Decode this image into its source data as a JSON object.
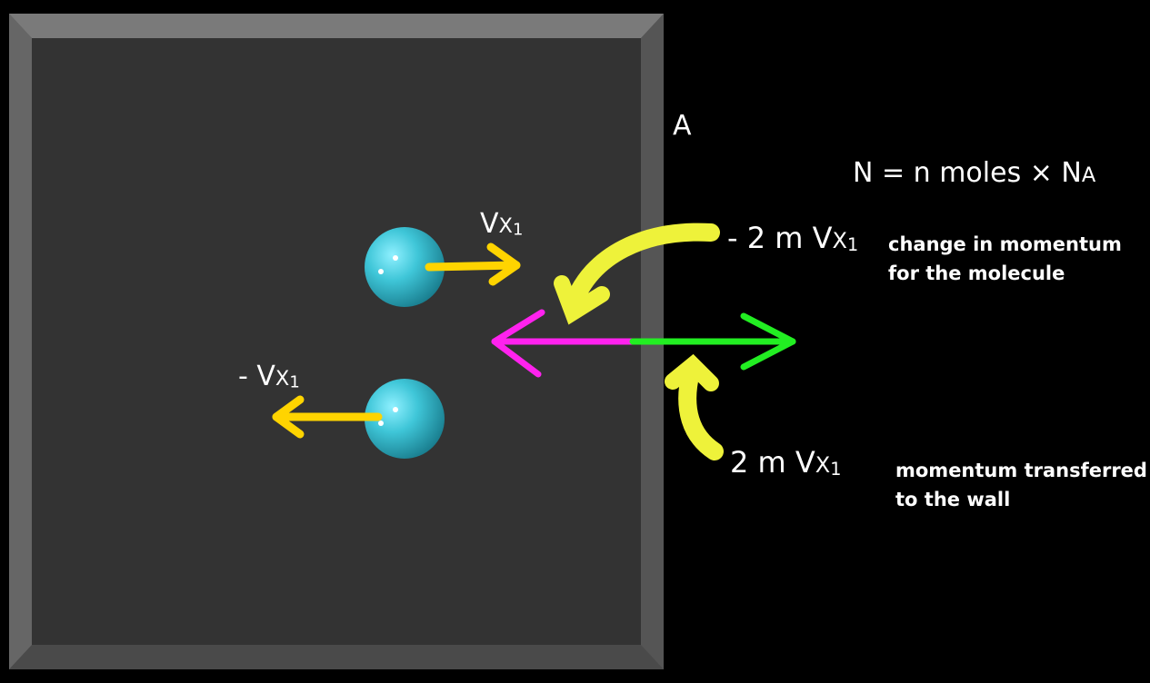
{
  "wall_label": "A",
  "particle_count_eq": "N = n moles × N",
  "particle_count_sub": "A",
  "velocity_right": {
    "v": "V",
    "x": "X",
    "sub": "1"
  },
  "velocity_left": {
    "prefix": "- ",
    "v": "V",
    "x": "X",
    "sub": "1"
  },
  "molecule_change": {
    "prefix": "- 2 m ",
    "v": "V",
    "x": "X",
    "sub": "1"
  },
  "wall_transfer": {
    "prefix": "2 m ",
    "v": "V",
    "x": "X",
    "sub": "1"
  },
  "molecule_note": "change in momentum\nfor the molecule",
  "wall_note": "momentum transferred\nto the wall",
  "colors": {
    "box_fill": "#333333",
    "box_rim": "#6b6b6b",
    "molecule": "#3fc6d8",
    "velocity_arrow": "#ffd400",
    "callout_arrow": "#eef23a",
    "molecule_momentum_arrow": "#ff22ee",
    "wall_momentum_arrow": "#22ee22"
  }
}
